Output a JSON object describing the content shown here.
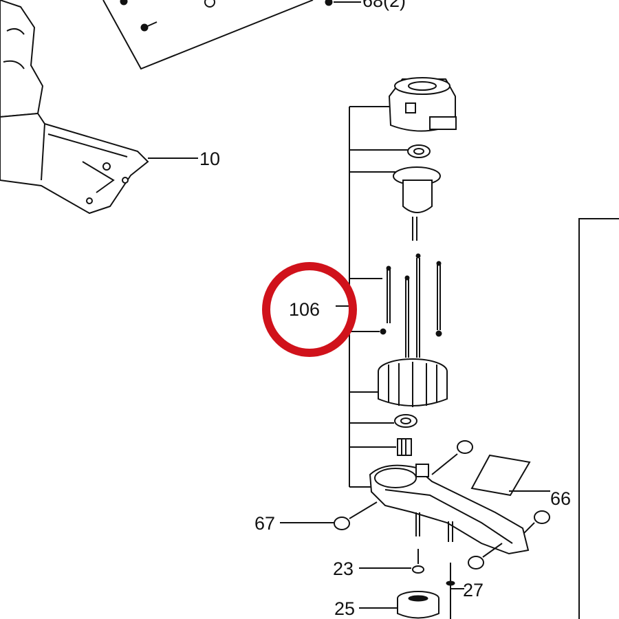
{
  "diagram": {
    "callouts": {
      "c_10": "10",
      "c_106": "106",
      "c_66": "66",
      "c_67": "67",
      "c_23": "23",
      "c_25": "25",
      "c_27": "27",
      "c_top": "68(2)"
    },
    "highlight": {
      "target": "106",
      "color": "#d0121b"
    }
  }
}
